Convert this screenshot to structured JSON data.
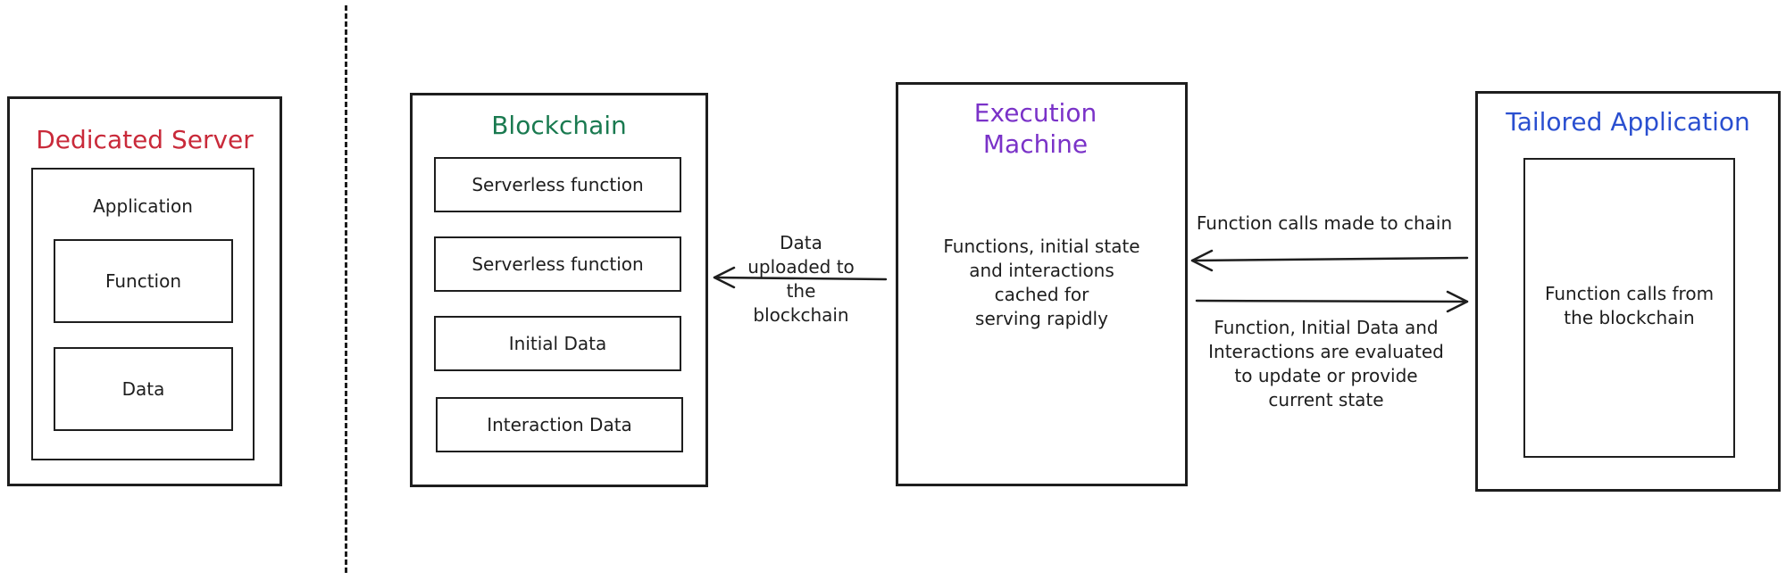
{
  "colors": {
    "dedicated_server": "#c92a3a",
    "blockchain": "#1a7a50",
    "execution_machine": "#7a32c8",
    "tailored_application": "#2a4fd0",
    "ink": "#1e1e1e"
  },
  "dedicated_server": {
    "title": "Dedicated Server",
    "application_label": "Application",
    "function_label": "Function",
    "data_label": "Data"
  },
  "blockchain": {
    "title": "Blockchain",
    "items": [
      "Serverless function",
      "Serverless function",
      "Initial Data",
      "Interaction Data"
    ]
  },
  "execution_machine": {
    "title_line1": "Execution",
    "title_line2": "Machine",
    "description_lines": [
      "Functions, initial state",
      "and interactions",
      "cached for",
      "serving rapidly"
    ]
  },
  "tailored_application": {
    "title": "Tailored Application",
    "inner_lines": [
      "Function calls from",
      "the blockchain"
    ]
  },
  "arrows": {
    "upload_lines": [
      "Data",
      "uploaded to",
      "the",
      "blockchain"
    ],
    "calls_label": "Function calls made to chain",
    "evaluate_lines": [
      "Function, Initial Data and",
      "Interactions are evaluated",
      "to update or provide",
      "current state"
    ]
  }
}
